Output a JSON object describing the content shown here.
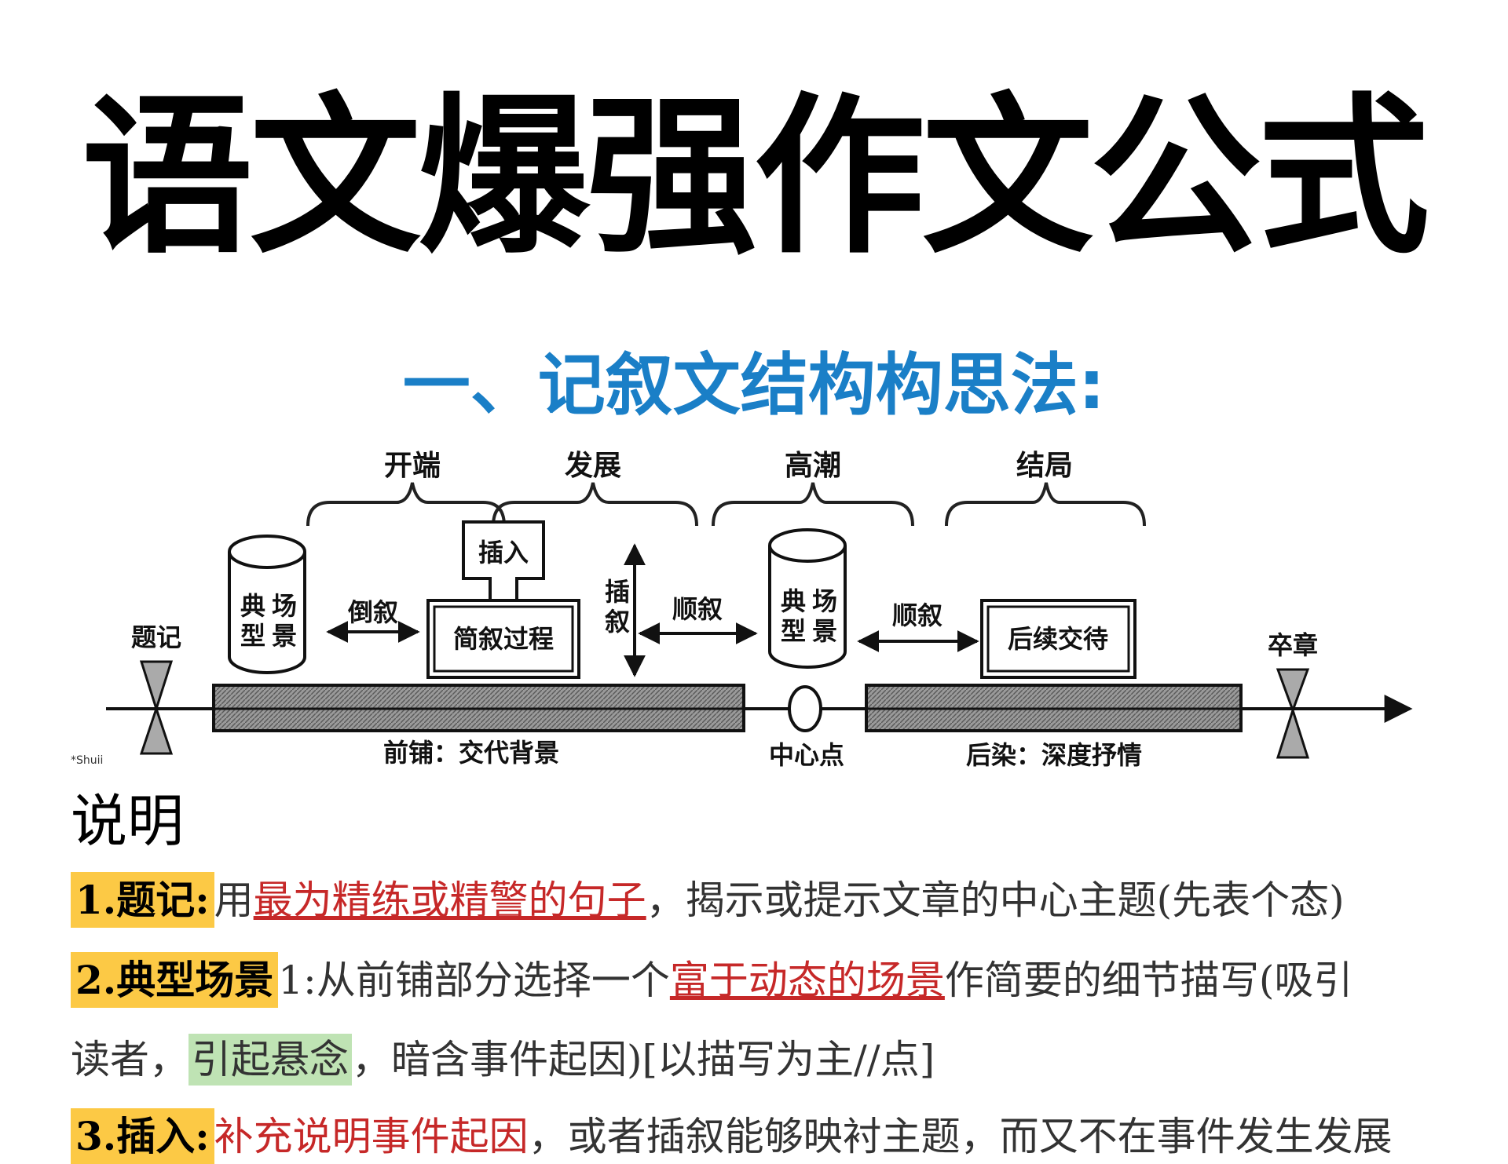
{
  "title": "语文爆强作文公式",
  "section_title": "一、记叙文结构构思法:",
  "diagram": {
    "stages": [
      "开端",
      "发展",
      "高潮",
      "结局"
    ],
    "insert_label": "插入",
    "brief_process": "简叙过程",
    "typical_scene_1": [
      "典",
      "场",
      "型",
      "景"
    ],
    "typical_scene_2": [
      "典",
      "场",
      "型",
      "景"
    ],
    "flashback": "倒叙",
    "insertion_vertical": [
      "插",
      "叙"
    ],
    "sequence_1": "顺叙",
    "sequence_2": "顺叙",
    "follow_up": "后续交待",
    "inscription": "题记",
    "ending_chapter": "卒章",
    "pre_lay": "前铺：交代背景",
    "center_point": "中心点",
    "post_render": "后染：深度抒情",
    "corner_mark": "*Shuii"
  },
  "explanation": {
    "heading": "说明",
    "line1": {
      "label": "1.题记:",
      "text_a": "用",
      "highlight": "最为精练或精警的句子",
      "text_b": "，揭示或提示文章的中心主题(先表个态)"
    },
    "line2": {
      "label": "2.典型场景",
      "text_a": "1:从前铺部分选择一个",
      "highlight": "富于动态的场景",
      "text_b": "作简要的细节描写(吸引"
    },
    "line3": {
      "text_a": "读者，",
      "green": "引起悬念",
      "text_b": "，暗含事件起因)[以描写为主//点]"
    },
    "line4": {
      "label": "3.插入:",
      "highlight": "补充说明事件起因",
      "text_b": "，或者插叙能够映衬主题，而又不在事件发生发展"
    }
  },
  "colors": {
    "section_title": "#1a7fc7",
    "label_highlight": "#fcc945",
    "red_text": "#c62828",
    "green_highlight": "#bfe3b4"
  }
}
